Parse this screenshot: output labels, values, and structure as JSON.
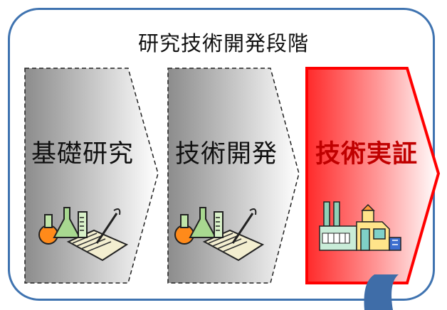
{
  "title": "研究技術開発段階",
  "stages": [
    {
      "label": "基礎研究",
      "state": "completed",
      "icon": "lab-flask-notebook-icon"
    },
    {
      "label": "技術開発",
      "state": "completed",
      "icon": "lab-flask-notebook-icon"
    },
    {
      "label": "技術実証",
      "state": "current",
      "icon": "factory-icon"
    }
  ],
  "colors": {
    "frame_border": "#3f73b0",
    "completed_fill_dark": "#8c8c8c",
    "completed_fill_light": "#ffffff",
    "current_border": "#ff0000",
    "current_fill": "#ff3333",
    "current_text": "#c00000",
    "pointer_arrow": "#3f6da8"
  }
}
